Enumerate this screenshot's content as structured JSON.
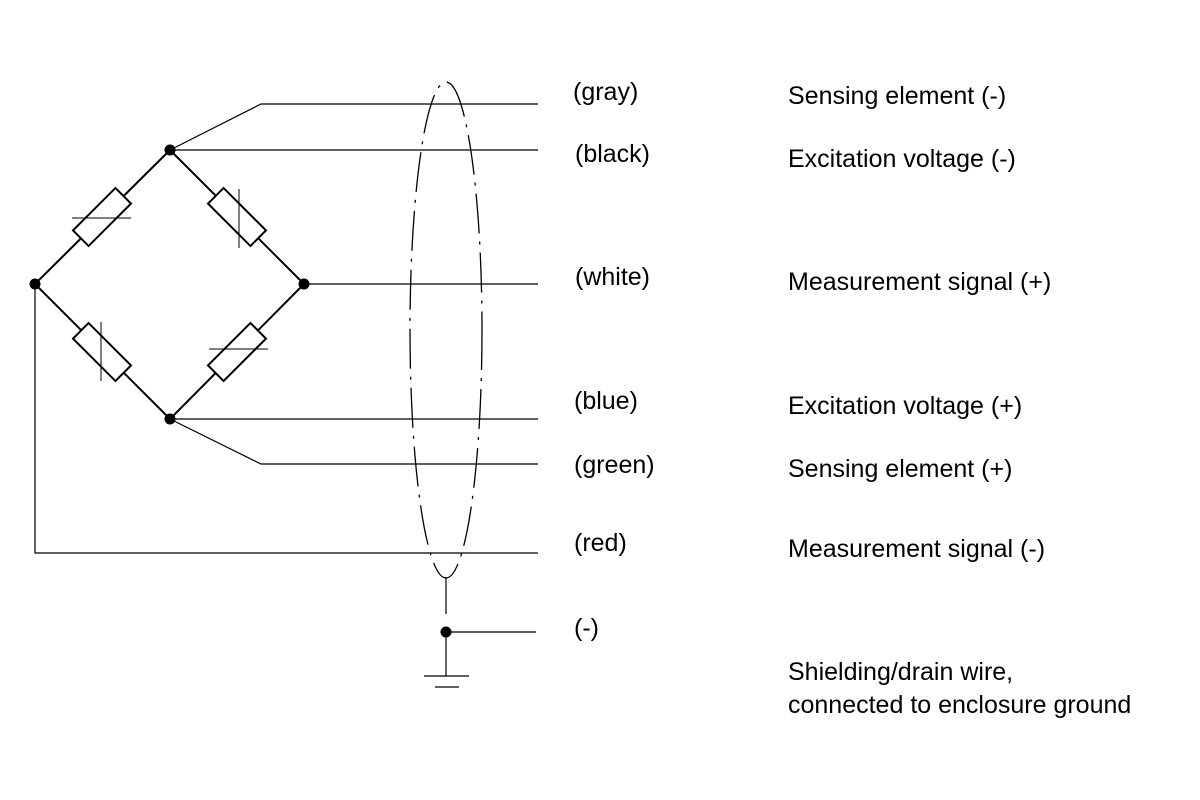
{
  "diagram": {
    "title": "Strain gauge full-bridge cable wiring",
    "wires": [
      {
        "color_label": "(gray)",
        "function": "Sensing element (-)"
      },
      {
        "color_label": "(black)",
        "function": "Excitation voltage (-)"
      },
      {
        "color_label": "(white)",
        "function": "Measurement signal (+)"
      },
      {
        "color_label": "(blue)",
        "function": "Excitation voltage (+)"
      },
      {
        "color_label": "(green)",
        "function": "Sensing element (+)"
      },
      {
        "color_label": "(red)",
        "function": "Measurement signal (-)"
      }
    ],
    "shield": {
      "terminal_label": "(-)",
      "description_line1": "Shielding/drain wire,",
      "description_line2": "connected to enclosure ground"
    },
    "colors": {
      "line": "#000000",
      "background": "#ffffff"
    }
  }
}
